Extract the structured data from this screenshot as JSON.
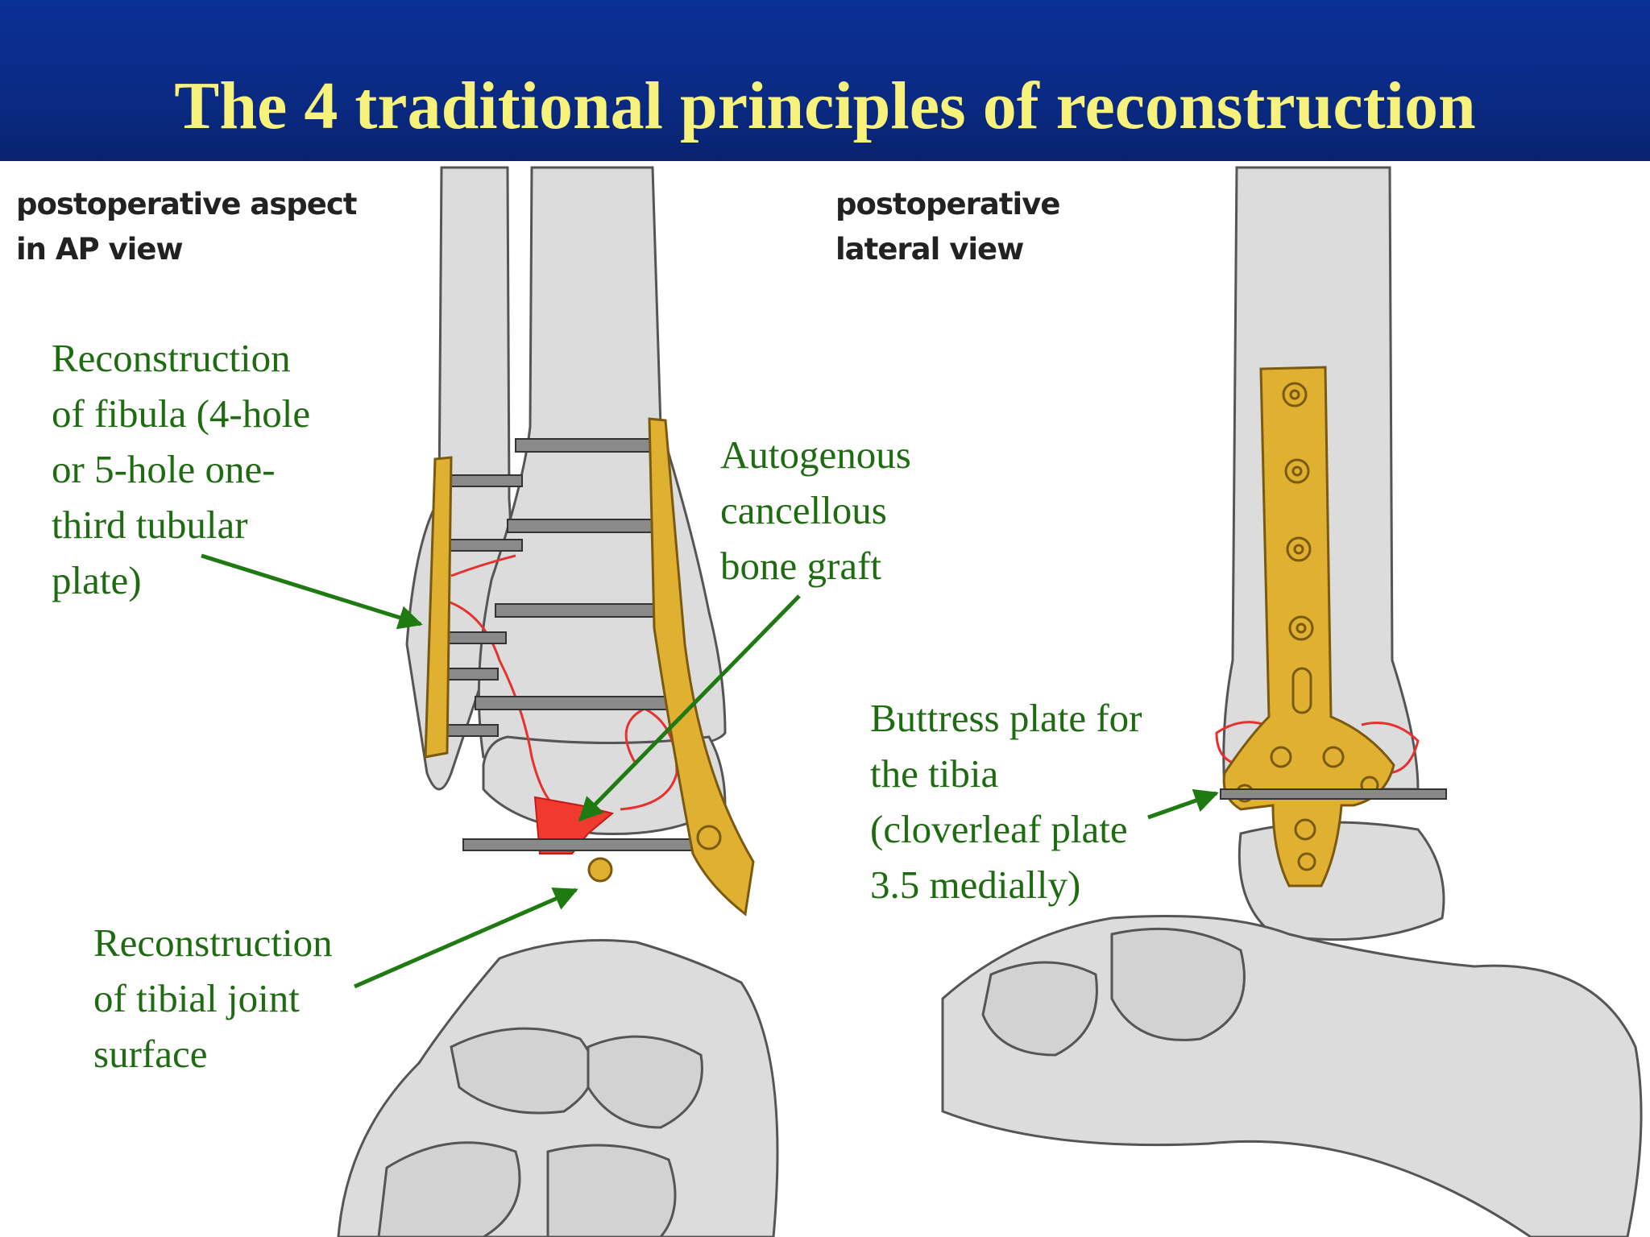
{
  "title": "The 4 traditional principles of reconstruction",
  "view_labels": {
    "ap": [
      "postoperative aspect",
      "in AP view"
    ],
    "lateral": [
      "postoperative",
      "lateral view"
    ]
  },
  "annotations": {
    "fibula": [
      "Reconstruction",
      "of fibula (4-hole",
      "or 5-hole one-",
      "third tubular",
      "plate)"
    ],
    "graft": [
      "Autogenous",
      "cancellous",
      "bone graft"
    ],
    "joint": [
      "Reconstruction",
      "of tibial joint",
      "surface"
    ],
    "buttress": [
      "Buttress plate for",
      "the tibia",
      "(cloverleaf plate",
      "3.5 medially)"
    ]
  },
  "colors": {
    "header_bg": "#0a2a84",
    "title": "#f7f27c",
    "annotation_text": "#1e6b12",
    "arrow": "#1f7a12",
    "plate": "#e0b030",
    "fracture_line": "#e8312e",
    "bone_fill": "#dcdcdc"
  }
}
